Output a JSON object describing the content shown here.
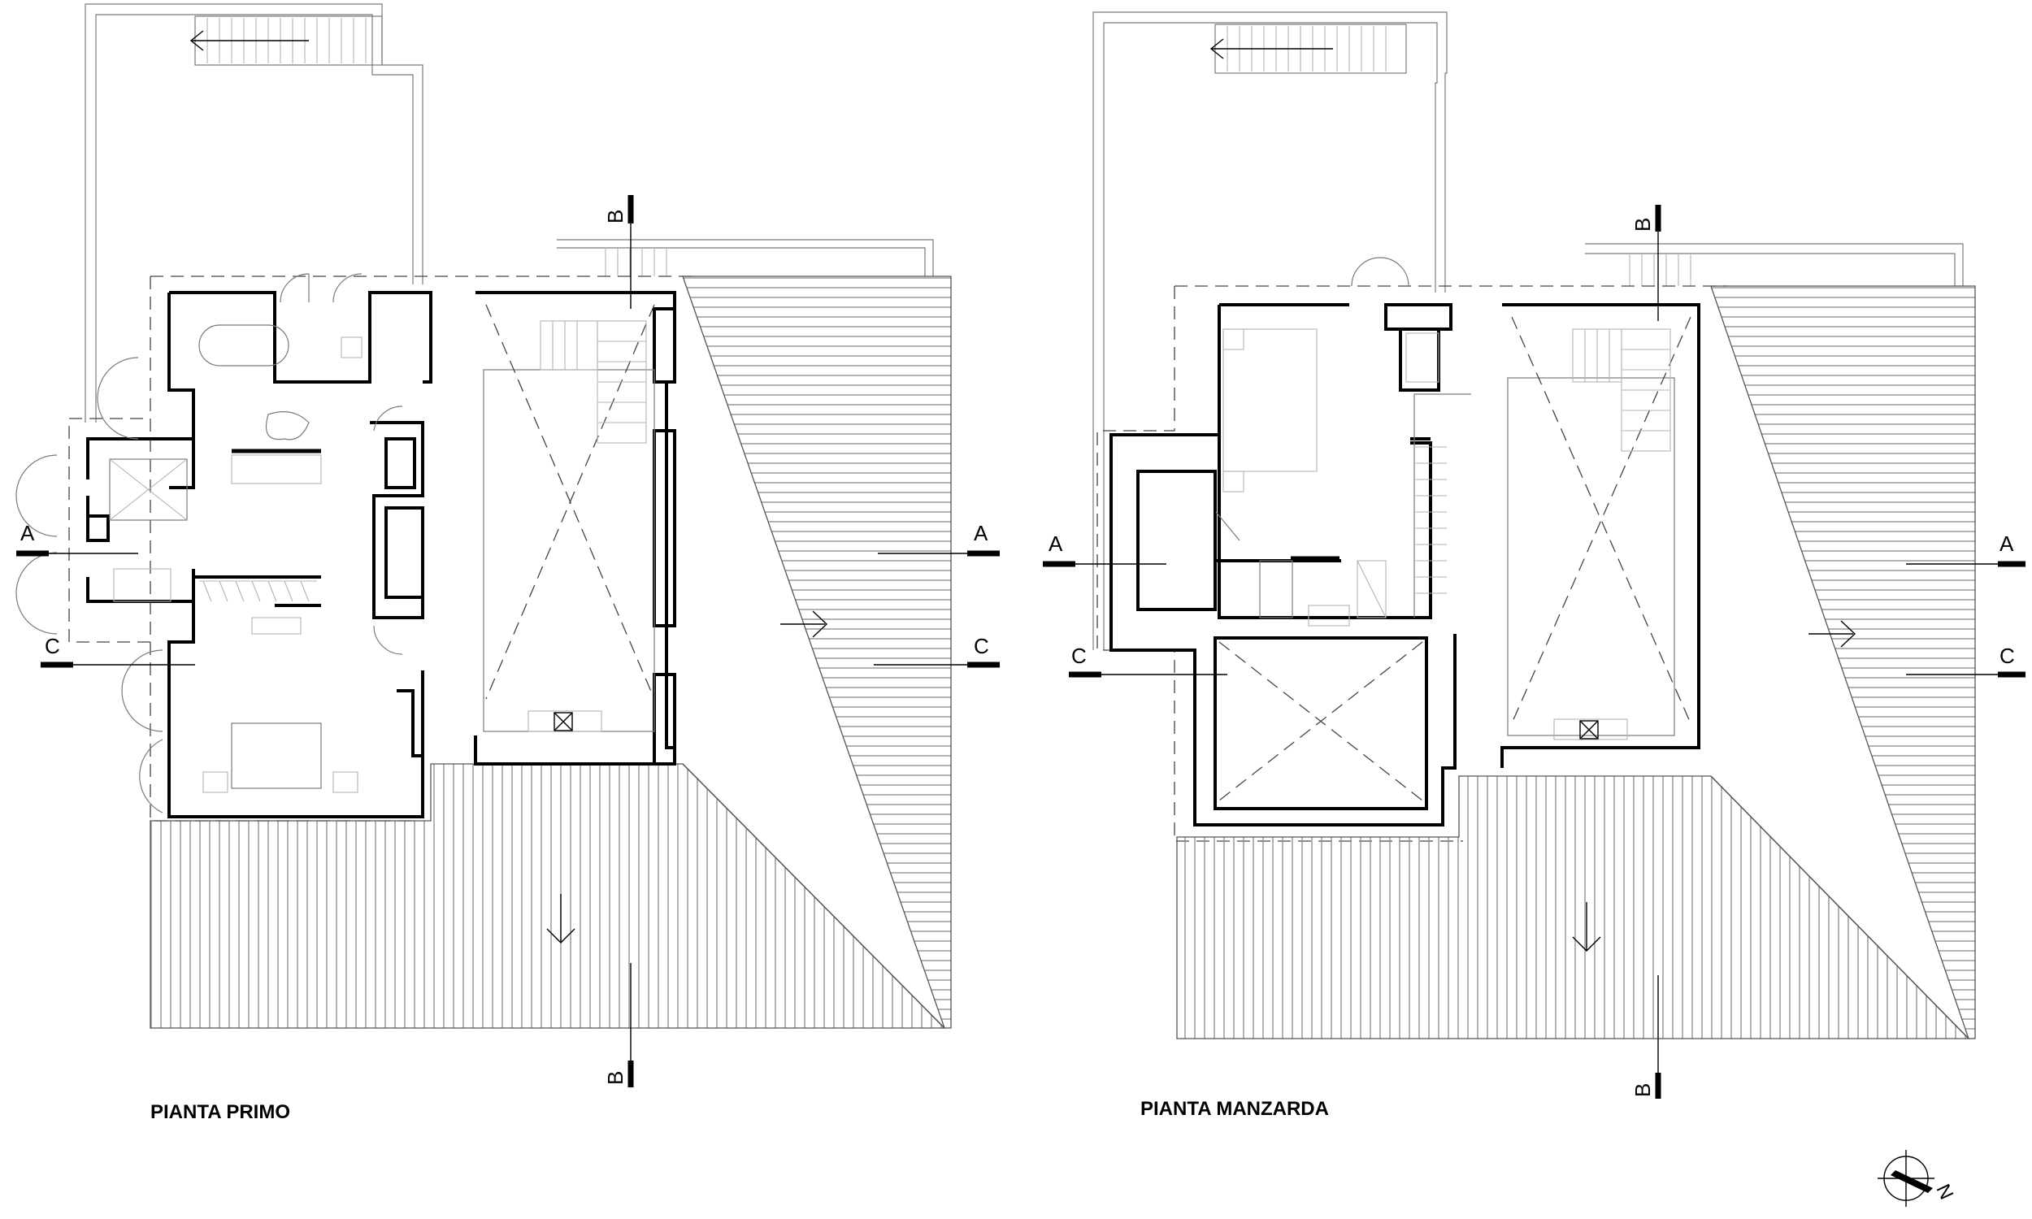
{
  "drawing": {
    "plans": [
      {
        "title": "PIANTA PRIMO"
      },
      {
        "title": "PIANTA MANZARDA"
      }
    ],
    "section_marks": {
      "a": "A",
      "b": "B",
      "c": "C"
    },
    "north_label": "N"
  }
}
